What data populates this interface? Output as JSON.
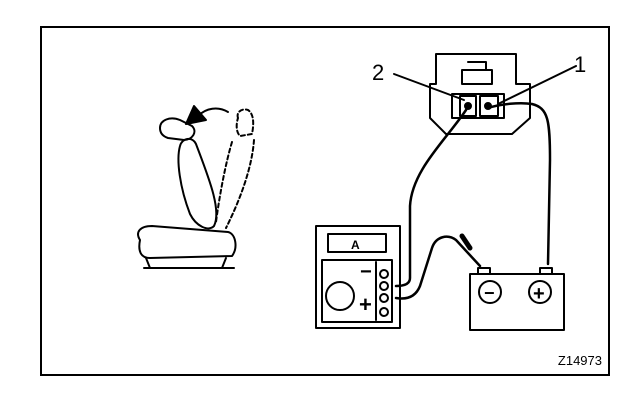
{
  "callouts": {
    "one": "1",
    "two": "2"
  },
  "meter": {
    "display": "A",
    "plus": "+",
    "minus": "−"
  },
  "battery": {
    "minus": "−",
    "plus": "+"
  },
  "figure_code": "Z14973",
  "icons": [
    "seat-icon",
    "arrow-icon",
    "connector-icon",
    "ammeter-icon",
    "battery-icon"
  ]
}
